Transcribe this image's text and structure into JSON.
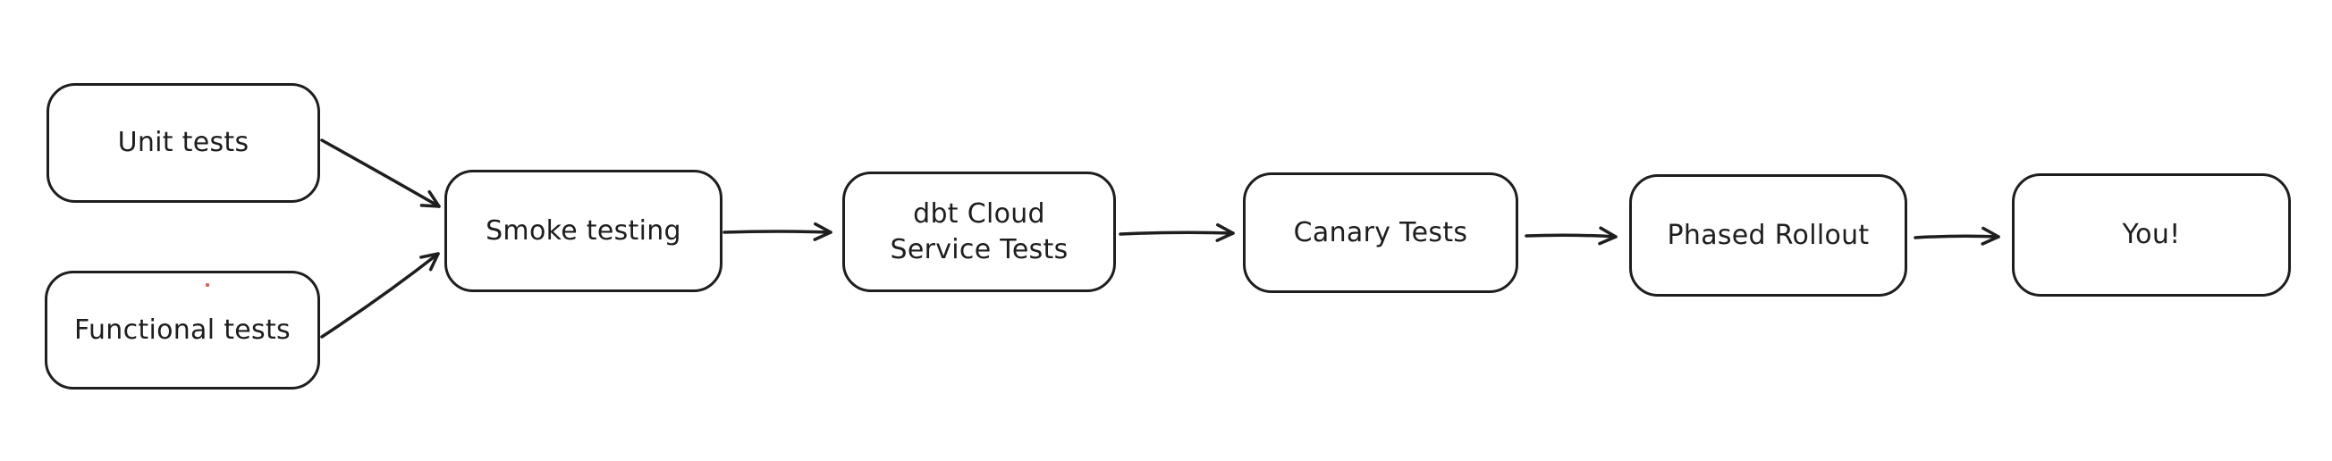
{
  "canvas": {
    "background_color": "#ffffff",
    "stroke_color": "#1e1e1e",
    "node_fill_color": "#ffffff",
    "stray_dot_color": "#de6257"
  },
  "diagram": {
    "type": "flowchart",
    "style": "hand-drawn",
    "direction": "left-to-right",
    "nodes": [
      {
        "id": "unit-tests",
        "label": "Unit tests"
      },
      {
        "id": "functional-tests",
        "label": "Functional tests"
      },
      {
        "id": "smoke-testing",
        "label": "Smoke testing"
      },
      {
        "id": "dbt-cloud-service-tests",
        "label": "dbt Cloud Service Tests",
        "label_lines": [
          "dbt Cloud",
          "Service Tests"
        ]
      },
      {
        "id": "canary-tests",
        "label": "Canary Tests"
      },
      {
        "id": "phased-rollout",
        "label": "Phased Rollout"
      },
      {
        "id": "you",
        "label": "You!"
      }
    ],
    "edges": [
      {
        "from": "unit-tests",
        "to": "smoke-testing"
      },
      {
        "from": "functional-tests",
        "to": "smoke-testing"
      },
      {
        "from": "smoke-testing",
        "to": "dbt-cloud-service-tests"
      },
      {
        "from": "dbt-cloud-service-tests",
        "to": "canary-tests"
      },
      {
        "from": "canary-tests",
        "to": "phased-rollout"
      },
      {
        "from": "phased-rollout",
        "to": "you"
      }
    ]
  }
}
